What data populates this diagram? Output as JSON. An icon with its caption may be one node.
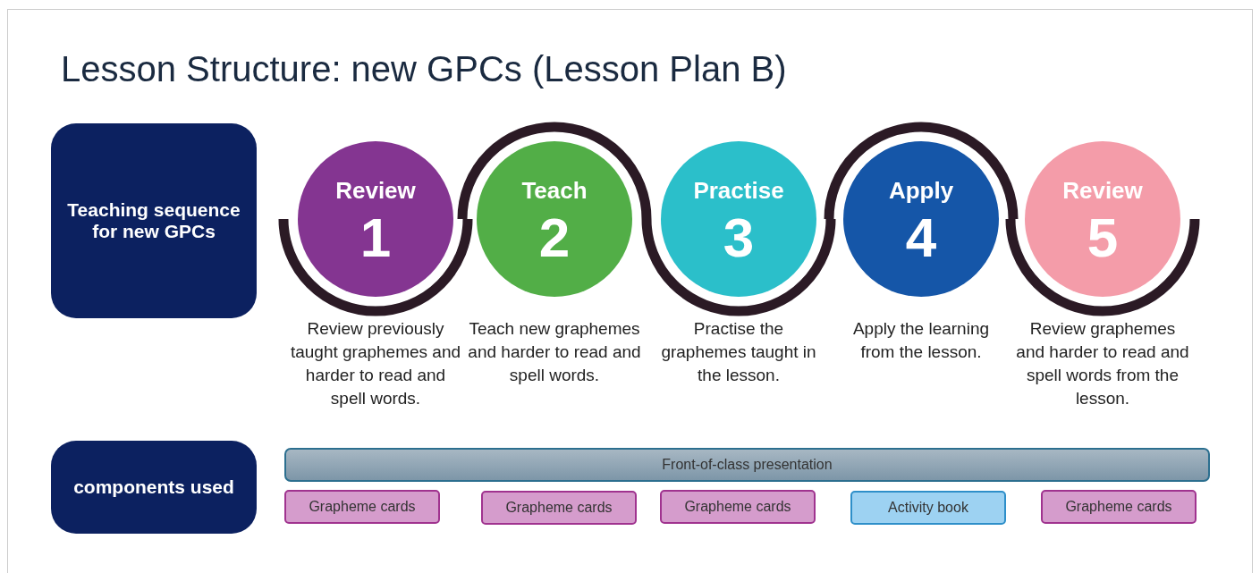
{
  "diagram": {
    "title": "Lesson Structure: new GPCs (Lesson Plan B)",
    "nodes": [
      {
        "text": [
          "Teaching sequence for new GPCs"
        ]
      },
      {
        "text": [
          "Review",
          "1"
        ],
        "beside": [
          "Review previously taught graphemes and harder to read and spell words."
        ]
      },
      {
        "text": [
          "Teach",
          "2"
        ],
        "beside": [
          "Teach new graphemes and harder to read and spell words."
        ]
      },
      {
        "text": [
          "Practise",
          "3"
        ],
        "beside": [
          "Practise the graphemes taught in the lesson."
        ]
      },
      {
        "text": [
          "Apply",
          "4"
        ],
        "beside": [
          "Apply the learning from the lesson."
        ]
      },
      {
        "text": [
          "Review",
          "5"
        ],
        "beside": [
          "Review graphemes and harder to read and spell words from the lesson."
        ]
      },
      {
        "text": [
          "components used"
        ]
      },
      {
        "text": [
          "Front-of-class presentation"
        ]
      },
      {
        "text": [
          "Grapheme cards"
        ]
      },
      {
        "text": [
          "Grapheme cards"
        ]
      },
      {
        "text": [
          "Grapheme cards"
        ]
      },
      {
        "text": [
          "Activity book"
        ]
      },
      {
        "text": [
          "Grapheme cards"
        ]
      }
    ],
    "edges": []
  }
}
